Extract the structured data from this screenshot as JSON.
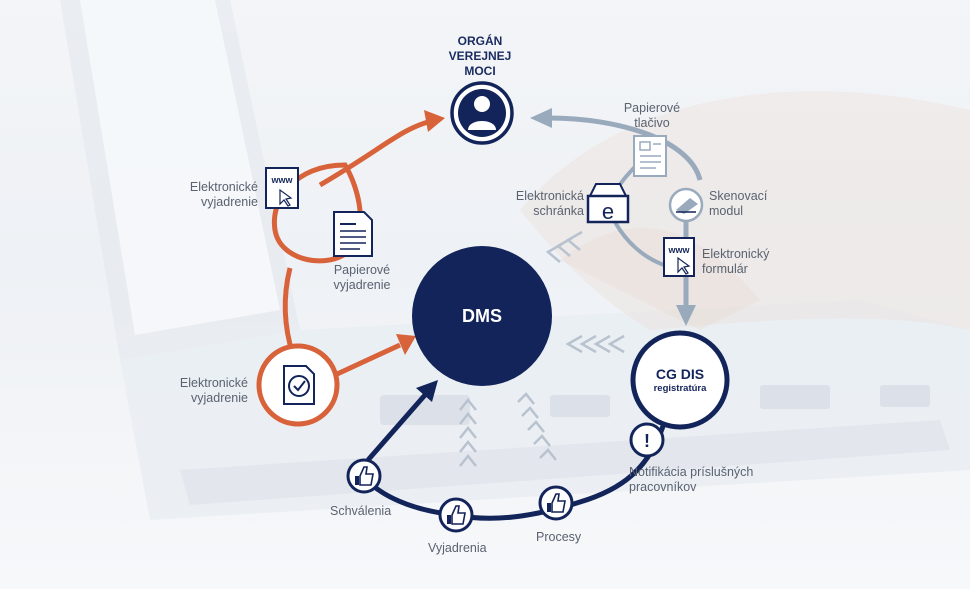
{
  "colors": {
    "navy": "#13245a",
    "orange": "#d8623a",
    "steel_blue": "#9aaabd",
    "label_gray": "#5a6270",
    "chevron_gray": "#b9c2cf"
  },
  "nodes": {
    "organ": "ORGÁN\nVEREJNEJ\nMOCI",
    "dms": "DMS",
    "cgdis_title": "CG DIS",
    "cgdis_sub": "registratúra"
  },
  "labels": {
    "papierove_tlacivo": "Papierové\ntlačivo",
    "elektronicka_schranka": "Elektronická\nschránka",
    "skenovaci_modul": "Skenovací\nmodul",
    "elektronicky_formular": "Elektronický\nformulár",
    "elektronicke_vyjadrenie_top": "Elektronické\nvyjadrenie",
    "papierove_vyjadrenie": "Papierové\nvyjadrenie",
    "elektronicke_vyjadrenie_bottom": "Elektronické\nvyjadrenie",
    "notifikacia": "Notifikácia príslušných\npracovníkov",
    "schvalenia": "Schválenia",
    "vyjadrenia": "Vyjadrenia",
    "procesy": "Procesy"
  },
  "icons": {
    "www_text": "www",
    "e_letter": "e",
    "exclamation": "!"
  }
}
